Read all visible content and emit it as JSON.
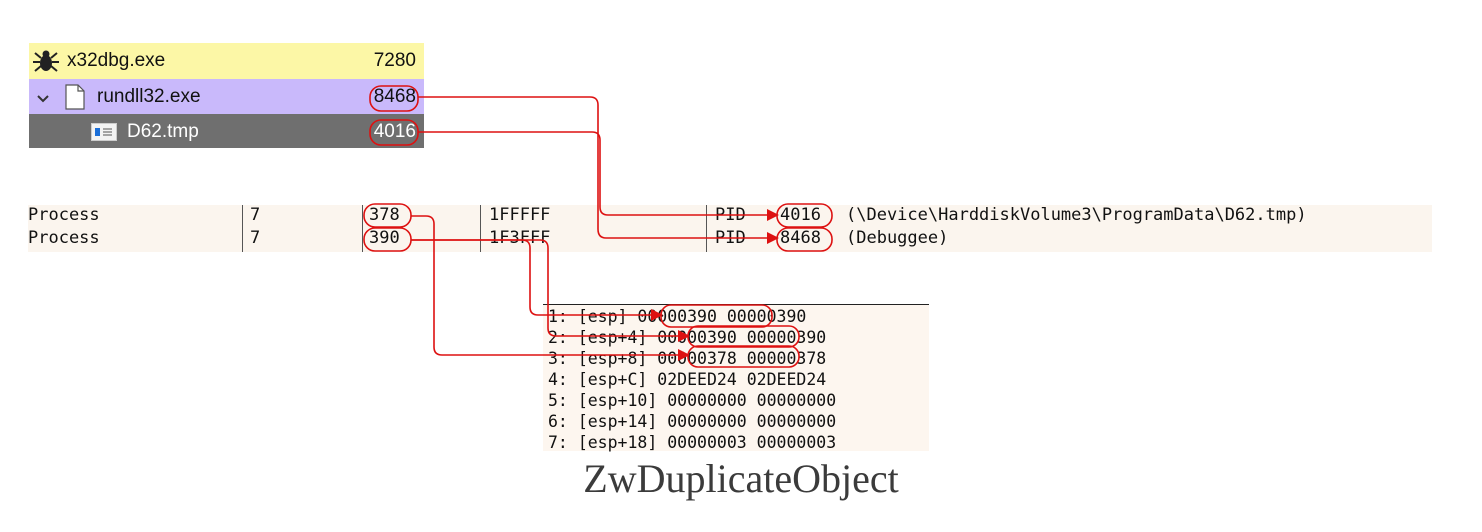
{
  "process_tree": {
    "rows": [
      {
        "name": "x32dbg.exe",
        "pid": "7280",
        "icon": "bug-icon"
      },
      {
        "name": "rundll32.exe",
        "pid": "8468",
        "icon": "document-icon"
      },
      {
        "name": "D62.tmp",
        "pid": "4016",
        "icon": "window-icon"
      }
    ]
  },
  "handles": {
    "rows": [
      {
        "type": "Process",
        "count": "7",
        "handle": "378",
        "access": "1FFFFF",
        "pid_label": "PID",
        "pid": "4016",
        "path": "(\\Device\\HarddiskVolume3\\ProgramData\\D62.tmp)"
      },
      {
        "type": "Process",
        "count": "7",
        "handle": "390",
        "access": "1F3FFF",
        "pid_label": "PID",
        "pid": "8468",
        "path": "(Debuggee)"
      }
    ]
  },
  "stack": {
    "rows": [
      {
        "idx": "1:",
        "ref": "[esp]",
        "val": "00000390",
        "val2": "00000390"
      },
      {
        "idx": "2:",
        "ref": "[esp+4]",
        "val": "00000390",
        "val2": "00000390"
      },
      {
        "idx": "3:",
        "ref": "[esp+8]",
        "val": "00000378",
        "val2": "00000378"
      },
      {
        "idx": "4:",
        "ref": "[esp+C]",
        "val": "02DEED24",
        "val2": "02DEED24"
      },
      {
        "idx": "5:",
        "ref": "[esp+10]",
        "val": "00000000",
        "val2": "00000000"
      },
      {
        "idx": "6:",
        "ref": "[esp+14]",
        "val": "00000000",
        "val2": "00000000"
      },
      {
        "idx": "7:",
        "ref": "[esp+18]",
        "val": "00000003",
        "val2": "00000003"
      }
    ]
  },
  "caption": "ZwDuplicateObject",
  "colors": {
    "annotation": "#dd1111",
    "debugger_row": "#fcf7a6",
    "parent_row": "#c9b9fb",
    "selected_row": "#6f6f6f"
  }
}
